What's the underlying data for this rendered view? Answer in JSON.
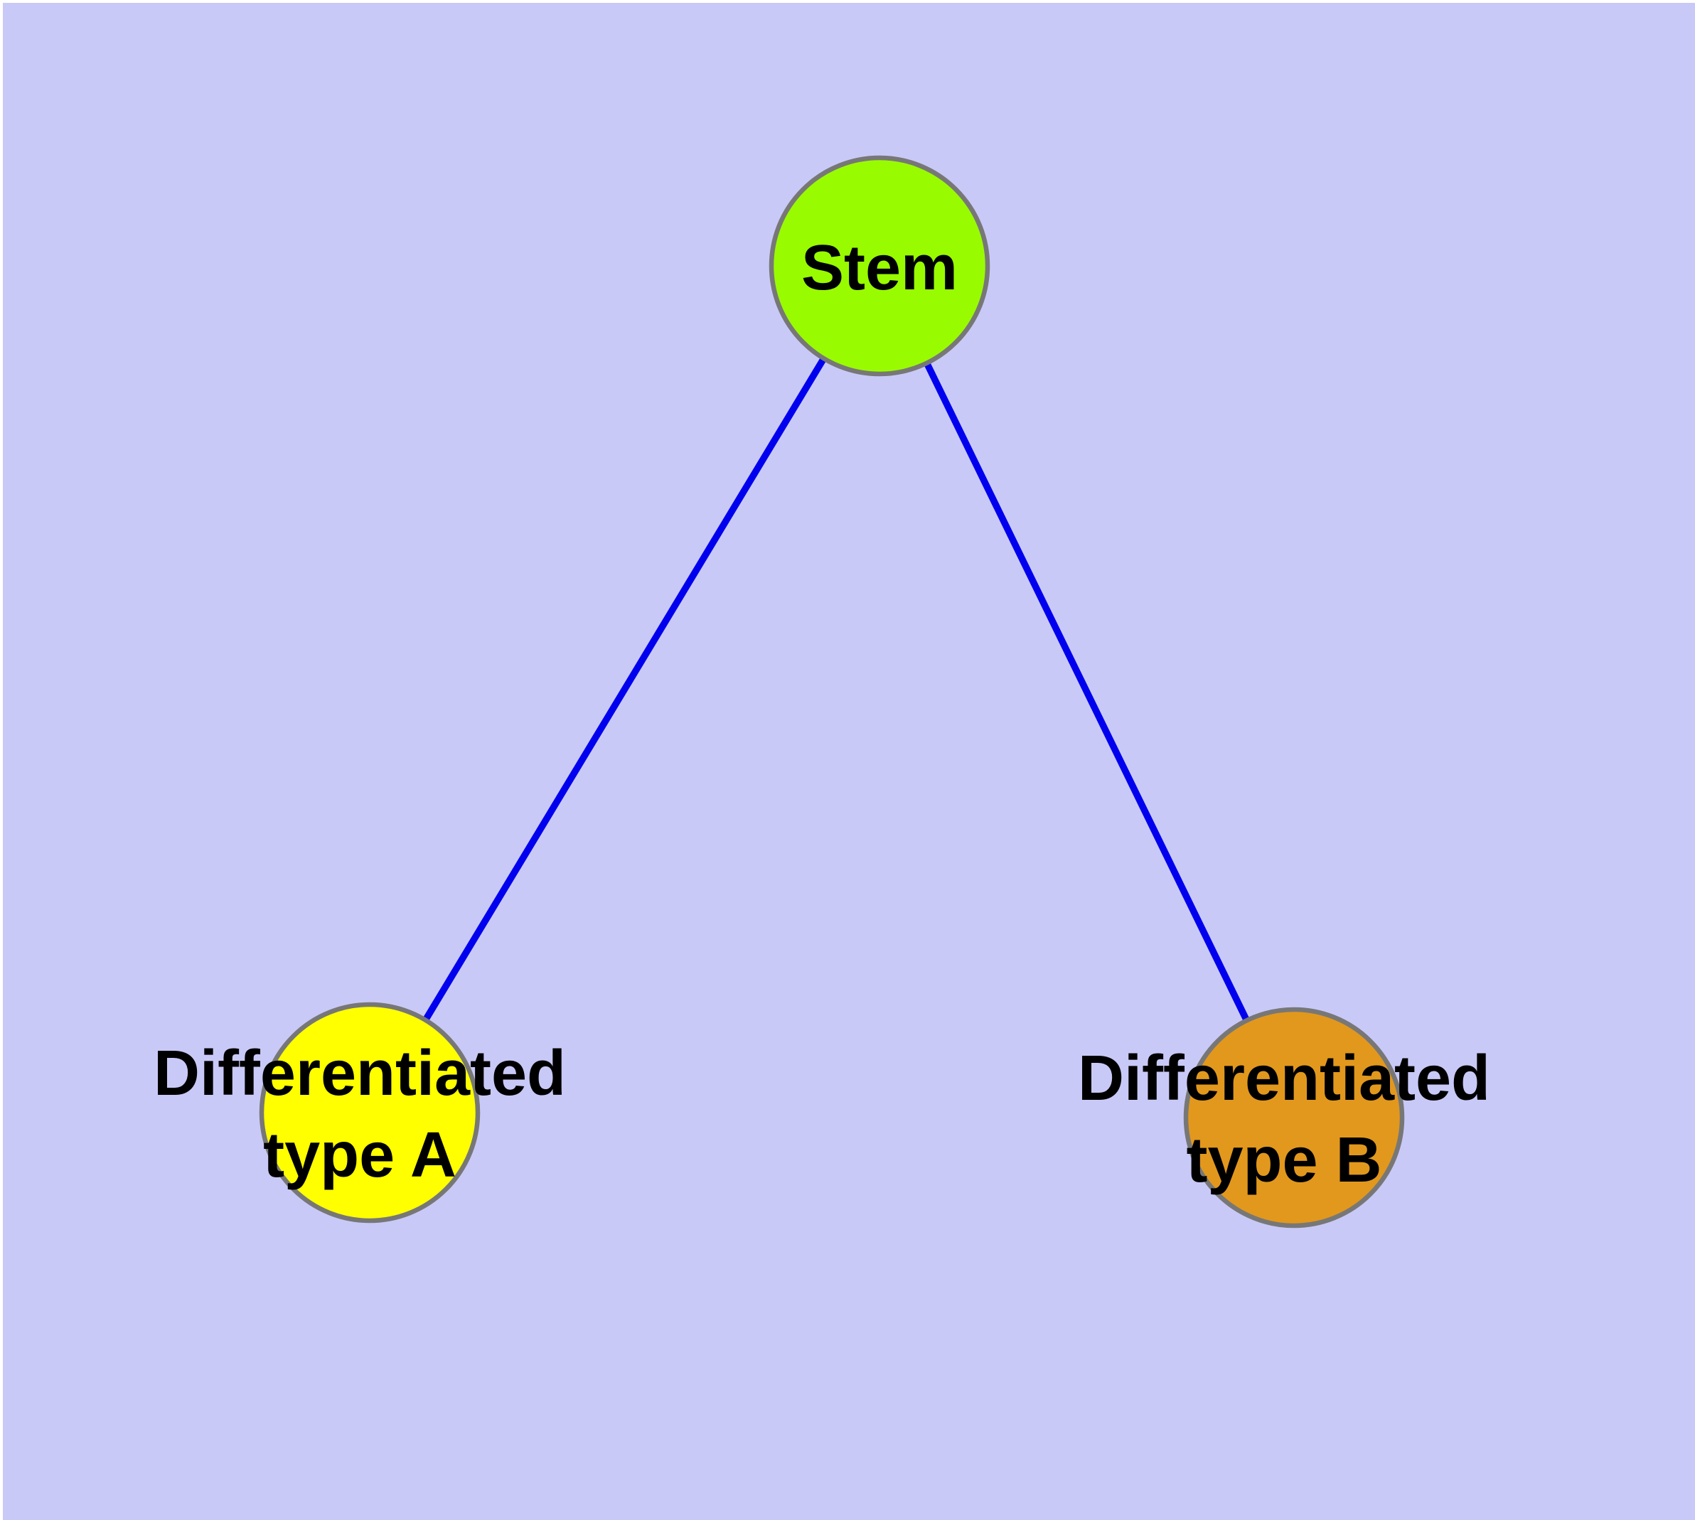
{
  "diagram": {
    "title": "stem-cell-differentiation-graph",
    "background_color": "#c9c9f8",
    "outer_margin_color": "#ffffff",
    "edge_color": "#0000ee",
    "node_border_color": "#777777",
    "label_color": "#000000",
    "nodes": {
      "stem": {
        "label": "Stem",
        "color": "#99fb00"
      },
      "type_a": {
        "label_line1": "Differentiated",
        "label_line2": "type A",
        "color": "#ffff00"
      },
      "type_b": {
        "label_line1": "Differentiated",
        "label_line2": "type B",
        "color": "#e2981d"
      }
    },
    "edges": [
      {
        "from": "Stem",
        "to": "Differentiated type A"
      },
      {
        "from": "Stem",
        "to": "Differentiated type B"
      }
    ]
  }
}
